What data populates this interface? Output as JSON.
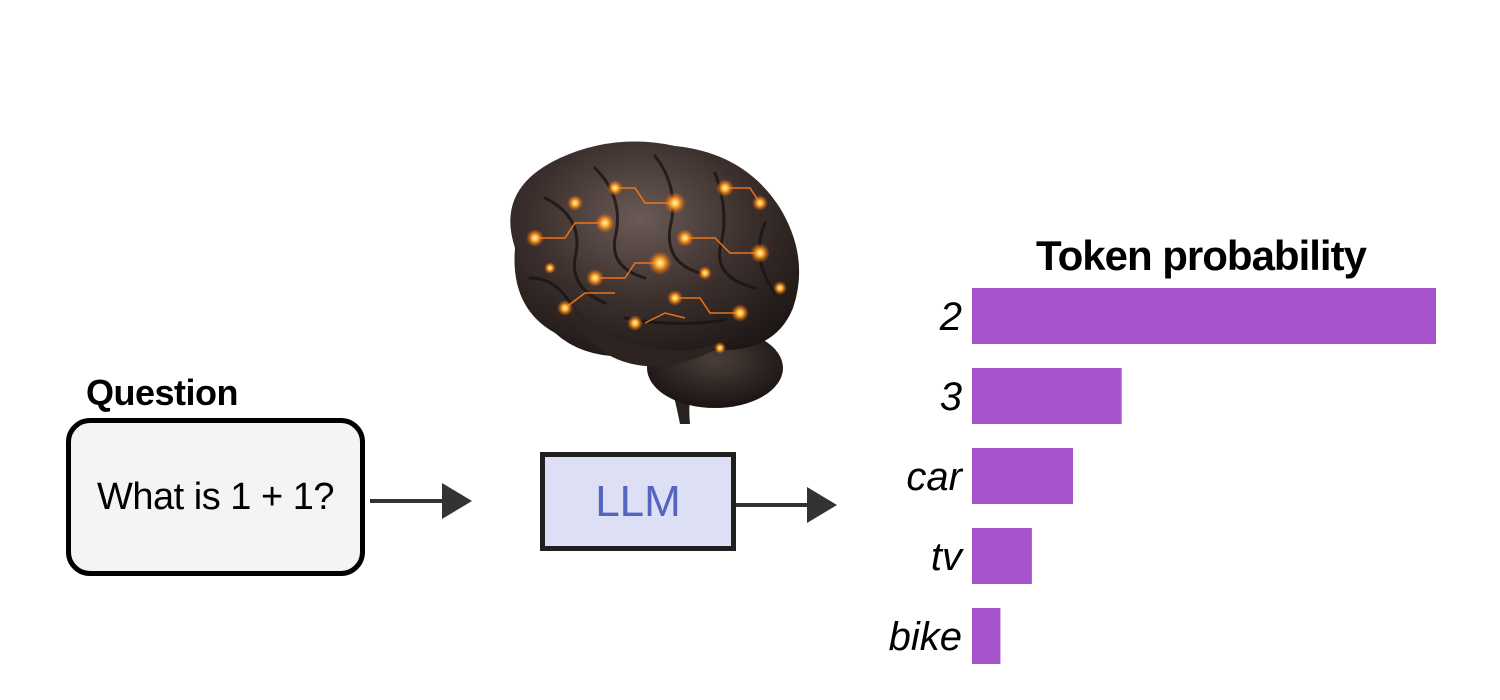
{
  "question": {
    "heading": "Question",
    "text": "What is 1 + 1?"
  },
  "model": {
    "label": "LLM",
    "image": "glowing-circuit-brain"
  },
  "colors": {
    "bar": "#a653cc",
    "llm_box_fill": "#dde0f4",
    "llm_text": "#5563c1",
    "question_box_fill": "#f4f4f4",
    "arrow": "#333333"
  },
  "chart_data": {
    "type": "bar",
    "orientation": "horizontal",
    "title": "Token probability",
    "categories": [
      "2",
      "3",
      "car",
      "tv",
      "bike"
    ],
    "values": [
      0.62,
      0.2,
      0.135,
      0.08,
      0.038
    ],
    "xlim": [
      0,
      0.62
    ],
    "grid": false,
    "legend": "none"
  }
}
